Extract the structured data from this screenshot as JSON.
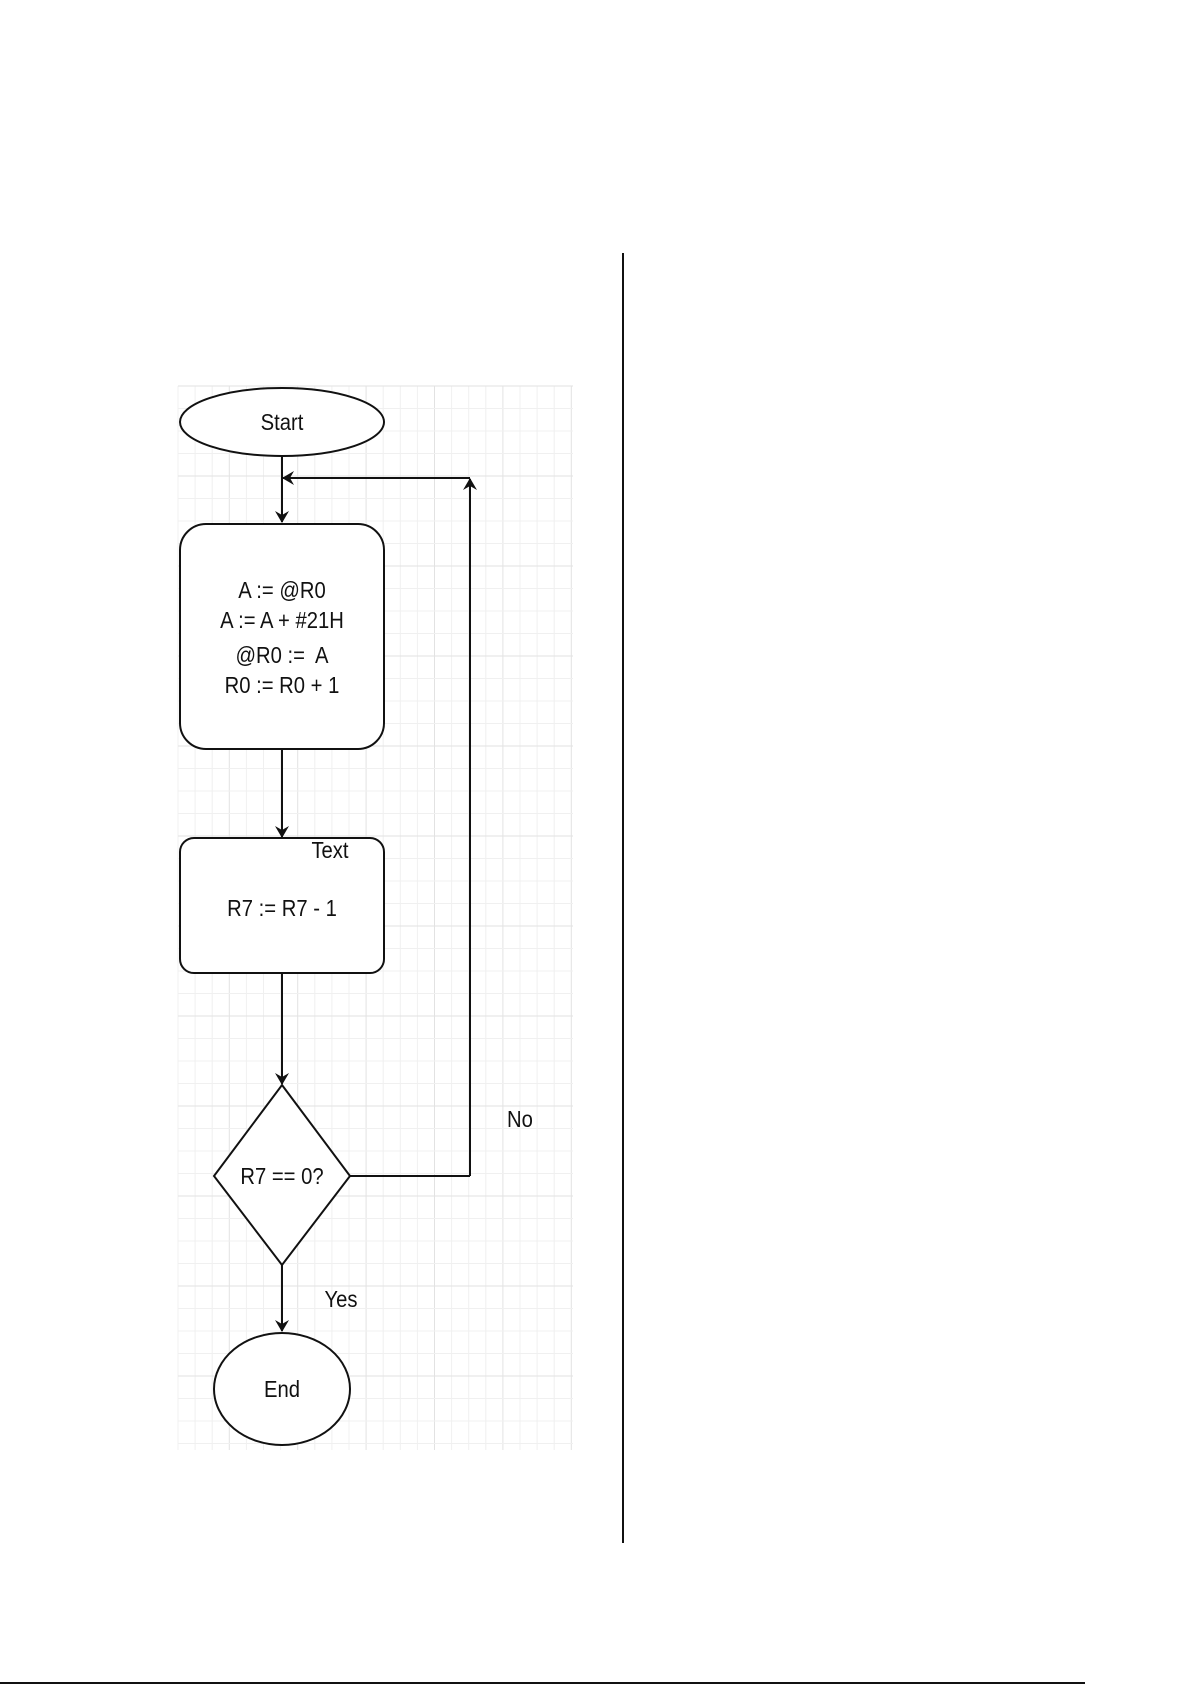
{
  "diagram": {
    "type": "flowchart",
    "nodes": [
      {
        "id": "start",
        "shape": "ellipse",
        "lines": [
          "Start"
        ]
      },
      {
        "id": "process-1",
        "shape": "rounded-rect",
        "lines": [
          "A := @R0",
          "A := A + #21H",
          "@R0 :=  A",
          "R0 := R0 + 1"
        ]
      },
      {
        "id": "process-2",
        "shape": "rounded-rect",
        "lines": [
          "R7 := R7 - 1"
        ],
        "tag": "Text"
      },
      {
        "id": "decision",
        "shape": "diamond",
        "lines": [
          "R7 == 0?"
        ]
      },
      {
        "id": "end",
        "shape": "ellipse",
        "lines": [
          "End"
        ]
      }
    ],
    "edges": [
      {
        "from": "start",
        "to": "process-1",
        "label": ""
      },
      {
        "from": "process-1",
        "to": "process-2",
        "label": ""
      },
      {
        "from": "process-2",
        "to": "decision",
        "label": ""
      },
      {
        "from": "decision",
        "to": "end",
        "label": "Yes"
      },
      {
        "from": "decision",
        "to": "process-1",
        "label": "No"
      }
    ],
    "colors": {
      "stroke": "#111111",
      "fill": "#ffffff",
      "grid_minor": "#f0f0f0",
      "grid_major": "#e2e2e2"
    }
  },
  "labels": {
    "start": "Start",
    "p1_line1": "A := @R0",
    "p1_line2": "A := A + #21H",
    "p1_line3": "@R0 :=  A",
    "p1_line4": "R0 := R0 + 1",
    "p2_tag": "Text",
    "p2_line1": "R7 := R7 - 1",
    "decision": "R7 == 0?",
    "no": "No",
    "yes": "Yes",
    "end": "End"
  }
}
